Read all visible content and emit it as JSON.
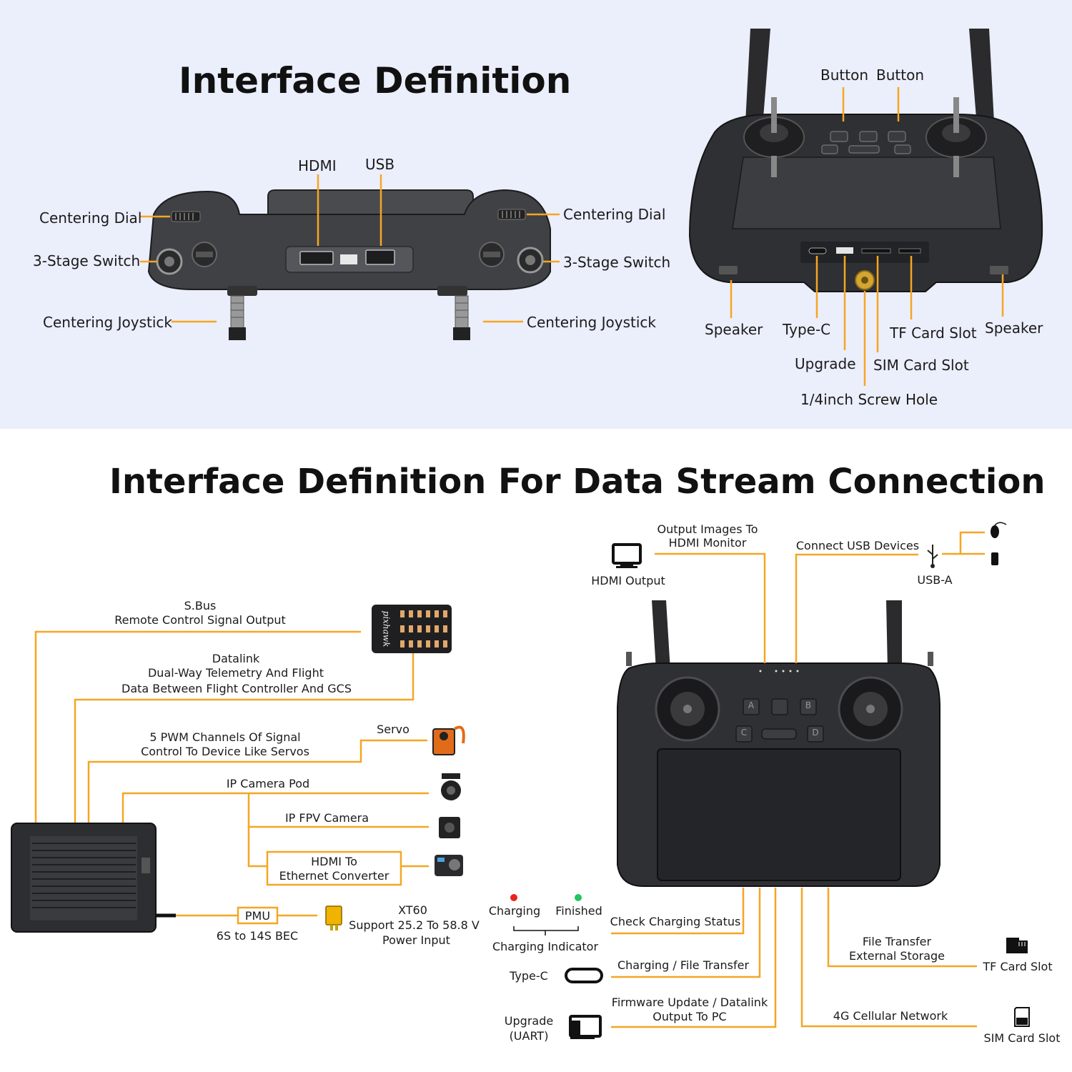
{
  "top_section": {
    "title": "Interface Definition",
    "front_view_labels": {
      "hdmi": "HDMI",
      "usb": "USB",
      "centering_dial_left": "Centering Dial",
      "centering_dial_right": "Centering Dial",
      "switch_left": "3-Stage Switch",
      "switch_right": "3-Stage Switch",
      "joystick_left": "Centering Joystick",
      "joystick_right": "Centering Joystick"
    },
    "top_view_labels": {
      "button_1": "Button",
      "button_2": "Button",
      "speaker_left": "Speaker",
      "speaker_right": "Speaker",
      "type_c": "Type-C",
      "tf_card_slot": "TF Card Slot",
      "upgrade": "Upgrade",
      "sim_card_slot": "SIM Card Slot",
      "screw_hole": "1/4inch Screw Hole"
    }
  },
  "bottom_section": {
    "title": "Interface Definition For Data Stream Connection",
    "left_diagram": {
      "sbus_title": "S.Bus",
      "sbus_desc": "Remote Control Signal Output",
      "datalink_title": "Datalink",
      "datalink_desc_1": "Dual-Way Telemetry And Flight",
      "datalink_desc_2": "Data Between Flight Controller And GCS",
      "pwm_desc_1": "5 PWM Channels Of Signal",
      "pwm_desc_2": "Control To Device Like Servos",
      "servo": "Servo",
      "ip_camera_pod": "IP Camera Pod",
      "ip_fpv_camera": "IP FPV Camera",
      "hdmi_converter_1": "HDMI To",
      "hdmi_converter_2": "Ethernet  Converter",
      "pmu": "PMU",
      "bec": "6S to 14S BEC",
      "xt60": "XT60",
      "power_1": "Support 25.2 To 58.8 V",
      "power_2": "Power Input",
      "pixhawk_text": "pixhawk"
    },
    "right_diagram": {
      "output_images_1": "Output Images To",
      "output_images_2": "HDMI Monitor",
      "hdmi_output": "HDMI Output",
      "connect_usb": "Connect USB Devices",
      "usb_a": "USB-A",
      "charging": "Charging",
      "finished": "Finished",
      "charging_indicator": "Charging Indicator",
      "check_charging": "Check Charging Status",
      "type_c": "Type-C",
      "charging_file": "Charging / File Transfer",
      "upgrade_1": "Upgrade",
      "upgrade_2": "(UART)",
      "firmware_1": "Firmware Update / Datalink",
      "firmware_2": "Output To PC",
      "file_transfer_1": "File Transfer",
      "file_transfer_2": "External Storage",
      "tf_card_slot": "TF Card Slot",
      "cellular": "4G Cellular Network",
      "sim_card_slot": "SIM Card Slot",
      "btn_a": "A",
      "btn_b": "B",
      "btn_c": "C",
      "btn_d": "D"
    }
  },
  "colors": {
    "accent_line": "#f5a623",
    "panel_bg": "#ebeefb",
    "device_body": "#3a3b3e",
    "charging_led": "#e8231e",
    "finished_led": "#22c55e"
  }
}
